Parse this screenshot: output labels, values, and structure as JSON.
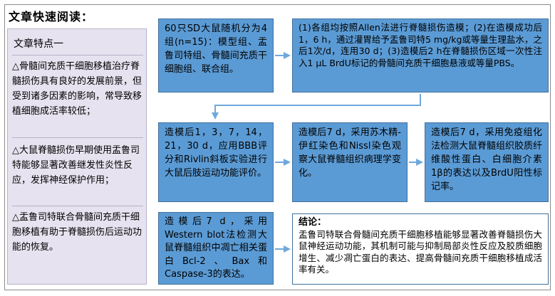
{
  "heading": "文章快速阅读：",
  "sidebar": {
    "title": "文章特点一",
    "items": [
      "△骨髓间充质干细胞移植治疗脊髓损伤具有良好的发展前景，但受到诸多因素的影响，常导致移植细胞成活率较低；",
      "△大鼠脊髓损伤早期使用盂鲁司特能够显著改善继发性炎性反应，发挥神经保护作用；",
      "△盂鲁司特联合骨髓间充质干细胞移植有助于脊髓损伤后运动功能的恢复。"
    ]
  },
  "boxes": {
    "groups": "60只SD大鼠随机分为4组(n=15)：模型组、盂鲁司特组、骨髓间充质干细胞组、联合组。",
    "procedure": "(1)各组均按照Allen法进行脊髓损伤造模；(2)在造模成功后1，6 h，通过灌胃给予盂鲁司特5 mg/kg或等量生理盐水，之后1次/d，连用30 d；(3)造模后2 h在脊髓损伤区域一次性注入1 μL BrdU标记的骨髓间充质干细胞悬液或等量PBS。",
    "bbb": "造模后1，3，7，14，21，30 d，应用BBB评分和Rivlin斜板实验进行大鼠后肢运动功能评价。",
    "he": "造模后7 d，采用苏木精-伊红染色和Nissl染色观察大鼠脊髓组织病理学变化。",
    "ihc": "造模后7 d，采用免疫组化法检测大鼠脊髓组织胶质纤维酸性蛋白、白细胞介素1β的表达以及BrdU阳性标记率。",
    "western": "造模后7 d，采用Western blot法检测大鼠脊髓组织中凋亡相关蛋白Bcl-2、Bax和Caspase-3的表达。",
    "conclusion_title": "结论：",
    "conclusion": "盂鲁司特联合骨髓间充质干细胞移植能够显著改善脊髓损伤大鼠神经运动功能，其机制可能与抑制局部炎性反应及胶质细胞增生、减少凋亡蛋白的表达、提高骨髓间充质干细胞移植成活率有关。"
  },
  "colors": {
    "box_fill": "#5b9bd5",
    "box_border": "#41719c",
    "sidebar_fill": "#e6e2ef",
    "arrow": "#6fa8dc"
  }
}
